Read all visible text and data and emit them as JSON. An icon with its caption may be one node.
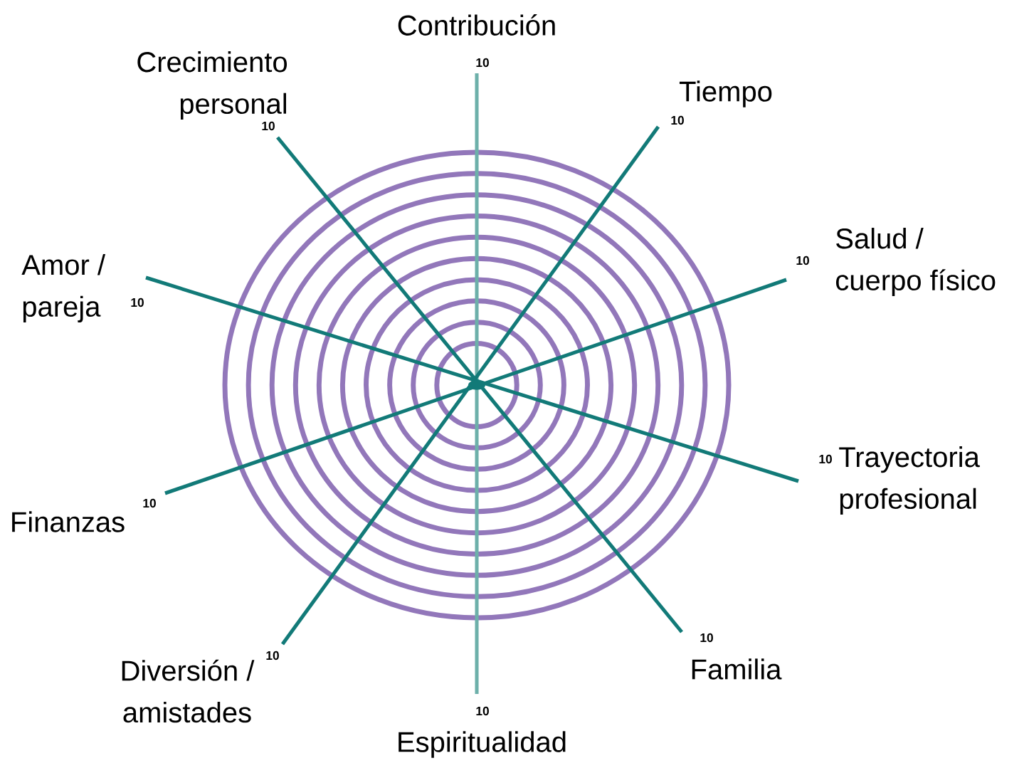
{
  "diagram": {
    "labels": [
      "Contribución",
      "10",
      "Crecimiento personal",
      "10",
      "Tiempo",
      "10",
      "Amor / pareja",
      "10",
      "Salud / cuerpo físico",
      "10",
      "Finanzas",
      "10",
      "Trayectoria profesional",
      "10",
      "Diversión / amistades",
      "10",
      "Familia",
      "10",
      "10",
      "Espiritualidad"
    ]
  }
}
